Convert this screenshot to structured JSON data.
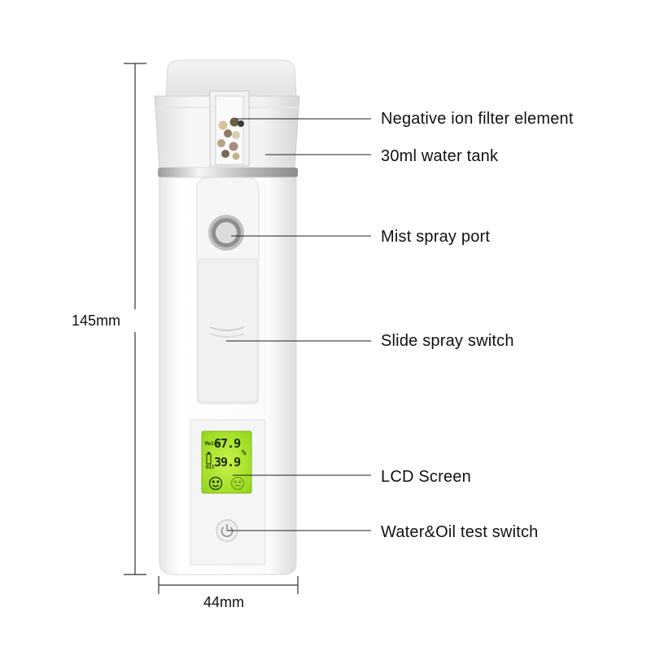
{
  "labels": {
    "filter": "Negative ion filter element",
    "tank": "30ml water tank",
    "spray_port": "Mist spray port",
    "slide_switch": "Slide spray switch",
    "lcd": "LCD Screen",
    "test_switch": "Water&Oil test switch"
  },
  "dimensions": {
    "height": "145mm",
    "width": "44mm"
  },
  "lcd": {
    "moisture": "67.9",
    "oil": "39.9",
    "unit": "%",
    "moisture_label": "Moist",
    "oil_label": "Oil"
  },
  "colors": {
    "lcd_green": "#a6e62a",
    "body_white": "#f7f7f7",
    "line": "#222222"
  },
  "icons": [
    "power-icon",
    "smiley-face-icon",
    "sad-face-icon",
    "battery-icon"
  ]
}
